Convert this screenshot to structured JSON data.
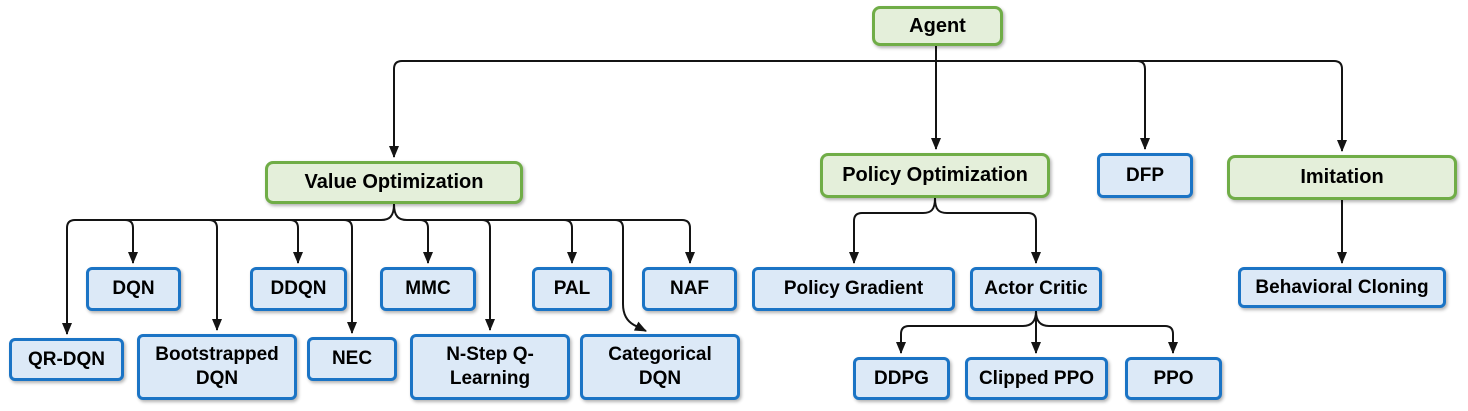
{
  "diagram": {
    "type": "tree-hierarchy",
    "colors": {
      "green_fill": "#e4efda",
      "green_border": "#70ad47",
      "blue_fill": "#dce9f7",
      "blue_border": "#1b74c5",
      "line": "#141414",
      "background": "#ffffff",
      "text": "#000000"
    },
    "nodes": [
      {
        "id": "agent",
        "label": "Agent",
        "category": "root"
      },
      {
        "id": "value-optimization",
        "label": "Value Optimization",
        "category": "group"
      },
      {
        "id": "policy-optimization",
        "label": "Policy Optimization",
        "category": "group"
      },
      {
        "id": "dfp",
        "label": "DFP",
        "category": "algorithm"
      },
      {
        "id": "imitation",
        "label": "Imitation",
        "category": "group"
      },
      {
        "id": "dqn",
        "label": "DQN",
        "category": "algorithm"
      },
      {
        "id": "ddqn",
        "label": "DDQN",
        "category": "algorithm"
      },
      {
        "id": "mmc",
        "label": "MMC",
        "category": "algorithm"
      },
      {
        "id": "pal",
        "label": "PAL",
        "category": "algorithm"
      },
      {
        "id": "naf",
        "label": "NAF",
        "category": "algorithm"
      },
      {
        "id": "qr-dqn",
        "label": "QR-DQN",
        "category": "algorithm"
      },
      {
        "id": "bootstrapped-dqn",
        "label": "Bootstrapped DQN",
        "category": "algorithm"
      },
      {
        "id": "nec",
        "label": "NEC",
        "category": "algorithm"
      },
      {
        "id": "n-step-q-learning",
        "label": "N-Step Q-Learning",
        "category": "algorithm"
      },
      {
        "id": "categorical-dqn",
        "label": "Categorical DQN",
        "category": "algorithm"
      },
      {
        "id": "policy-gradient",
        "label": "Policy Gradient",
        "category": "algorithm"
      },
      {
        "id": "actor-critic",
        "label": "Actor Critic",
        "category": "algorithm"
      },
      {
        "id": "ddpg",
        "label": "DDPG",
        "category": "algorithm"
      },
      {
        "id": "clipped-ppo",
        "label": "Clipped PPO",
        "category": "algorithm"
      },
      {
        "id": "ppo",
        "label": "PPO",
        "category": "algorithm"
      },
      {
        "id": "behavioral-cloning",
        "label": "Behavioral Cloning",
        "category": "algorithm"
      }
    ],
    "edges": [
      {
        "from": "agent",
        "to": "value-optimization"
      },
      {
        "from": "agent",
        "to": "policy-optimization"
      },
      {
        "from": "agent",
        "to": "dfp"
      },
      {
        "from": "agent",
        "to": "imitation"
      },
      {
        "from": "value-optimization",
        "to": "dqn"
      },
      {
        "from": "value-optimization",
        "to": "ddqn"
      },
      {
        "from": "value-optimization",
        "to": "mmc"
      },
      {
        "from": "value-optimization",
        "to": "pal"
      },
      {
        "from": "value-optimization",
        "to": "naf"
      },
      {
        "from": "value-optimization",
        "to": "qr-dqn"
      },
      {
        "from": "value-optimization",
        "to": "bootstrapped-dqn"
      },
      {
        "from": "value-optimization",
        "to": "nec"
      },
      {
        "from": "value-optimization",
        "to": "n-step-q-learning"
      },
      {
        "from": "value-optimization",
        "to": "categorical-dqn"
      },
      {
        "from": "policy-optimization",
        "to": "policy-gradient"
      },
      {
        "from": "policy-optimization",
        "to": "actor-critic"
      },
      {
        "from": "actor-critic",
        "to": "ddpg"
      },
      {
        "from": "actor-critic",
        "to": "clipped-ppo"
      },
      {
        "from": "actor-critic",
        "to": "ppo"
      },
      {
        "from": "imitation",
        "to": "behavioral-cloning"
      }
    ]
  }
}
